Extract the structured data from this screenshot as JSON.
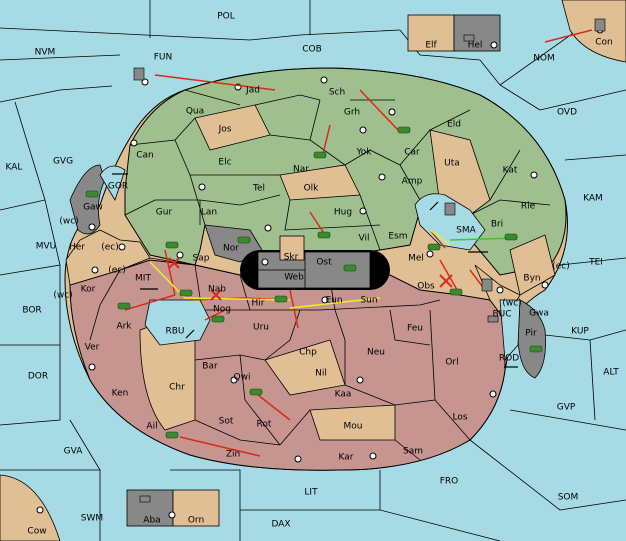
{
  "map": {
    "colors": {
      "sea": "#a6dbe6",
      "green": "#9fc08e",
      "tan": "#e1bf94",
      "red": "#c69590",
      "gray": "#888888",
      "arrow_red": "#d92a1a",
      "arrow_yellow": "#f0f020",
      "arrow_green": "#30d020",
      "unit_green": "#3d8a2e"
    },
    "sea_labels": [
      "POL",
      "NVM",
      "FUN",
      "COB",
      "NOM",
      "Con",
      "OVD",
      "KAL",
      "GVG",
      "KAM",
      "TEI",
      "MVU",
      "BOR",
      "KUP",
      "ALT",
      "DOR",
      "GVP",
      "GVA",
      "SOM",
      "FRO",
      "LIT",
      "SWM",
      "DAX",
      "Cow",
      "Elf",
      "Hel",
      "Aba",
      "Orn"
    ],
    "narrow_sea_labels": [
      "GOR",
      "MIT",
      "RBU",
      "SMA",
      "BUC",
      "ROD"
    ],
    "green_labels": [
      "Jad",
      "Sch",
      "Qua",
      "Jos",
      "Grh",
      "Can",
      "Eld",
      "Car",
      "Elc",
      "Yok",
      "Uta",
      "Nar",
      "Tel",
      "Amp",
      "Kat",
      "Olk",
      "Gur",
      "Lan",
      "Hug",
      "Rie",
      "Vil",
      "Bri",
      "Esm"
    ],
    "tan_red_labels": [
      "Gaw",
      "Her",
      "Kor",
      "Sap",
      "Nor",
      "Skr",
      "Web",
      "Ost",
      "Mel",
      "Byn",
      "Gwa",
      "Pir",
      "Ark",
      "Nab",
      "Nog",
      "Hir",
      "Eun",
      "Sun",
      "Obs",
      "Uru",
      "Feu",
      "Chp",
      "Neu",
      "Ver",
      "Bar",
      "Qwi",
      "Nil",
      "Orl",
      "Ken",
      "Chr",
      "Kaa",
      "Los",
      "Ail",
      "Sot",
      "Rot",
      "Mou",
      "Zin",
      "Kar",
      "Sam"
    ],
    "coast_tags": [
      "(wc)",
      "(ec)",
      "(ec)",
      "(wc)",
      "(ec)",
      "(wc)"
    ]
  }
}
